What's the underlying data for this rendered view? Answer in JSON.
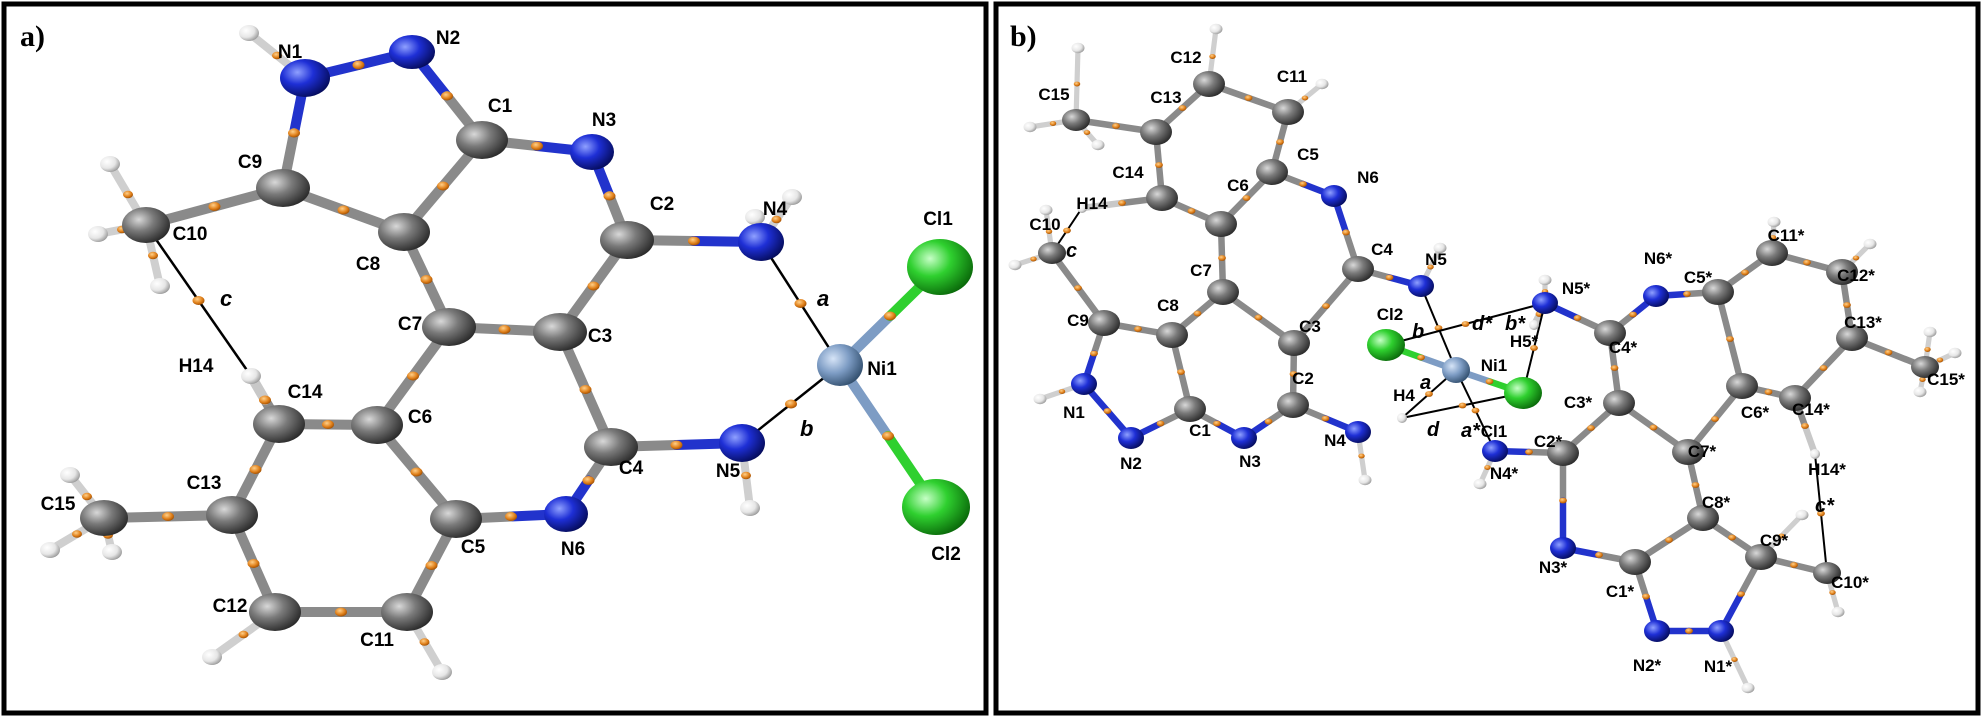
{
  "panels": [
    {
      "id": "a",
      "label": "a)",
      "atoms": [
        {
          "id": "N1",
          "label": "N1",
          "el": "N"
        },
        {
          "id": "N2",
          "label": "N2",
          "el": "N"
        },
        {
          "id": "C1",
          "label": "C1",
          "el": "C"
        },
        {
          "id": "N3",
          "label": "N3",
          "el": "N"
        },
        {
          "id": "C9",
          "label": "C9",
          "el": "C"
        },
        {
          "id": "C2",
          "label": "C2",
          "el": "C"
        },
        {
          "id": "N4",
          "label": "N4",
          "el": "N"
        },
        {
          "id": "C10",
          "label": "C10",
          "el": "C"
        },
        {
          "id": "C8",
          "label": "C8",
          "el": "C"
        },
        {
          "id": "Cl1",
          "label": "Cl1",
          "el": "Cl"
        },
        {
          "id": "C7",
          "label": "C7",
          "el": "C"
        },
        {
          "id": "C3",
          "label": "C3",
          "el": "C"
        },
        {
          "id": "Ni1",
          "label": "Ni1",
          "el": "Ni"
        },
        {
          "id": "H14",
          "label": "H14",
          "el": "H"
        },
        {
          "id": "C14",
          "label": "C14",
          "el": "C"
        },
        {
          "id": "C6",
          "label": "C6",
          "el": "C"
        },
        {
          "id": "C4",
          "label": "C4",
          "el": "C"
        },
        {
          "id": "N5",
          "label": "N5",
          "el": "N"
        },
        {
          "id": "C13",
          "label": "C13",
          "el": "C"
        },
        {
          "id": "C15",
          "label": "C15",
          "el": "C"
        },
        {
          "id": "C5",
          "label": "C5",
          "el": "C"
        },
        {
          "id": "N6",
          "label": "N6",
          "el": "N"
        },
        {
          "id": "Cl2",
          "label": "Cl2",
          "el": "Cl"
        },
        {
          "id": "C12",
          "label": "C12",
          "el": "C"
        },
        {
          "id": "C11",
          "label": "C11",
          "el": "C"
        }
      ],
      "contacts": [
        {
          "label": "a"
        },
        {
          "label": "b"
        },
        {
          "label": "c"
        }
      ]
    },
    {
      "id": "b",
      "label": "b)",
      "atoms": [
        {
          "id": "C12",
          "label": "C12",
          "el": "C"
        },
        {
          "id": "C11",
          "label": "C11",
          "el": "C"
        },
        {
          "id": "C15",
          "label": "C15",
          "el": "C"
        },
        {
          "id": "C13",
          "label": "C13",
          "el": "C"
        },
        {
          "id": "C5",
          "label": "C5",
          "el": "C"
        },
        {
          "id": "C14",
          "label": "C14",
          "el": "C"
        },
        {
          "id": "C6",
          "label": "C6",
          "el": "C"
        },
        {
          "id": "N6",
          "label": "N6",
          "el": "N"
        },
        {
          "id": "H14",
          "label": "H14",
          "el": "H"
        },
        {
          "id": "C10",
          "label": "C10",
          "el": "C"
        },
        {
          "id": "C4",
          "label": "C4",
          "el": "C"
        },
        {
          "id": "N5",
          "label": "N5",
          "el": "N"
        },
        {
          "id": "C7",
          "label": "C7",
          "el": "C"
        },
        {
          "id": "C8",
          "label": "C8",
          "el": "C"
        },
        {
          "id": "C9",
          "label": "C9",
          "el": "C"
        },
        {
          "id": "C3",
          "label": "C3",
          "el": "C"
        },
        {
          "id": "Cl2",
          "label": "Cl2",
          "el": "Cl"
        },
        {
          "id": "Ni1",
          "label": "Ni1",
          "el": "Ni"
        },
        {
          "id": "N1",
          "label": "N1",
          "el": "N"
        },
        {
          "id": "C1",
          "label": "C1",
          "el": "C"
        },
        {
          "id": "C2",
          "label": "C2",
          "el": "C"
        },
        {
          "id": "H4",
          "label": "H4",
          "el": "H"
        },
        {
          "id": "N2",
          "label": "N2",
          "el": "N"
        },
        {
          "id": "N3",
          "label": "N3",
          "el": "N"
        },
        {
          "id": "N4",
          "label": "N4",
          "el": "N"
        },
        {
          "id": "Cl1",
          "label": "Cl1",
          "el": "Cl"
        },
        {
          "id": "N5s",
          "label": "N5*",
          "el": "N"
        },
        {
          "id": "H5s",
          "label": "H5*",
          "el": "H"
        },
        {
          "id": "N6s",
          "label": "N6*",
          "el": "N"
        },
        {
          "id": "C5s",
          "label": "C5*",
          "el": "C"
        },
        {
          "id": "C11s",
          "label": "C11*",
          "el": "C"
        },
        {
          "id": "C12s",
          "label": "C12*",
          "el": "C"
        },
        {
          "id": "C4s",
          "label": "C4*",
          "el": "C"
        },
        {
          "id": "C13s",
          "label": "C13*",
          "el": "C"
        },
        {
          "id": "C15s",
          "label": "C15*",
          "el": "C"
        },
        {
          "id": "C3s",
          "label": "C3*",
          "el": "C"
        },
        {
          "id": "C6s",
          "label": "C6*",
          "el": "C"
        },
        {
          "id": "C14s",
          "label": "C14*",
          "el": "C"
        },
        {
          "id": "C2s",
          "label": "C2*",
          "el": "C"
        },
        {
          "id": "N4s",
          "label": "N4*",
          "el": "N"
        },
        {
          "id": "C7s",
          "label": "C7*",
          "el": "C"
        },
        {
          "id": "H14s",
          "label": "H14*",
          "el": "H"
        },
        {
          "id": "C8s",
          "label": "C8*",
          "el": "C"
        },
        {
          "id": "N3s",
          "label": "N3*",
          "el": "N"
        },
        {
          "id": "C1s",
          "label": "C1*",
          "el": "C"
        },
        {
          "id": "C9s",
          "label": "C9*",
          "el": "C"
        },
        {
          "id": "C10s",
          "label": "C10*",
          "el": "C"
        },
        {
          "id": "N2s",
          "label": "N2*",
          "el": "N"
        },
        {
          "id": "N1s",
          "label": "N1*",
          "el": "N"
        }
      ],
      "contacts": [
        {
          "label": "c"
        },
        {
          "label": "b"
        },
        {
          "label": "d*"
        },
        {
          "label": "b*"
        },
        {
          "label": "a"
        },
        {
          "label": "d"
        },
        {
          "label": "a*"
        },
        {
          "label": "c*"
        }
      ]
    }
  ],
  "colors": {
    "C": "#6e6e6e",
    "N": "#1e2fd6",
    "H": "#e8e8e8",
    "Ni": "#7d9cc4",
    "Cl": "#2fd02f",
    "bcp": "#e0801a",
    "contact_line": "#000000"
  }
}
